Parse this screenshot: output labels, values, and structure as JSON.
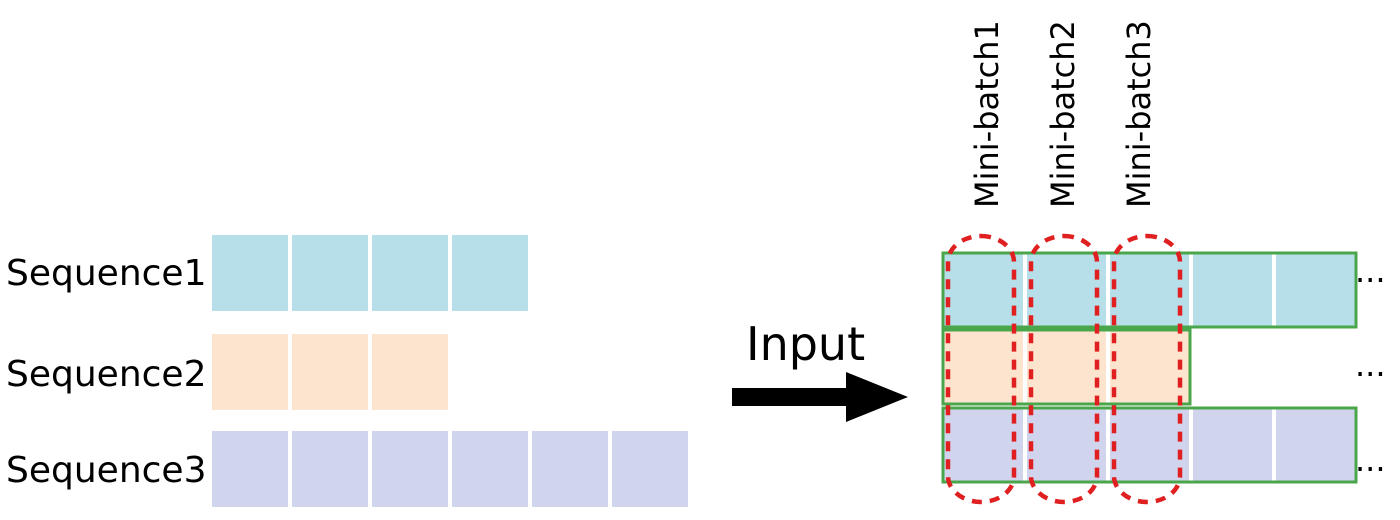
{
  "left_sequences": [
    {
      "label": "Sequence1",
      "length": 4,
      "color": "#b7dfea"
    },
    {
      "label": "Sequence2",
      "length": 3,
      "color": "#fce4cf"
    },
    {
      "label": "Sequence3",
      "length": 6,
      "color": "#d0d4ed"
    }
  ],
  "arrow_label": "Input",
  "minibatch_labels": [
    "Mini-batch1",
    "Mini-batch2",
    "Mini-batch3"
  ],
  "right_rows": [
    {
      "length": 5,
      "color": "#b7dfea",
      "continuation": "..."
    },
    {
      "length": 3,
      "color": "#fce4cf",
      "continuation": "..."
    },
    {
      "length": 5,
      "color": "#d0d4ed",
      "continuation": "..."
    }
  ],
  "colors": {
    "row_outline": "#4aa64a",
    "minibatch_outline": "#e02020",
    "arrow": "#000000"
  }
}
